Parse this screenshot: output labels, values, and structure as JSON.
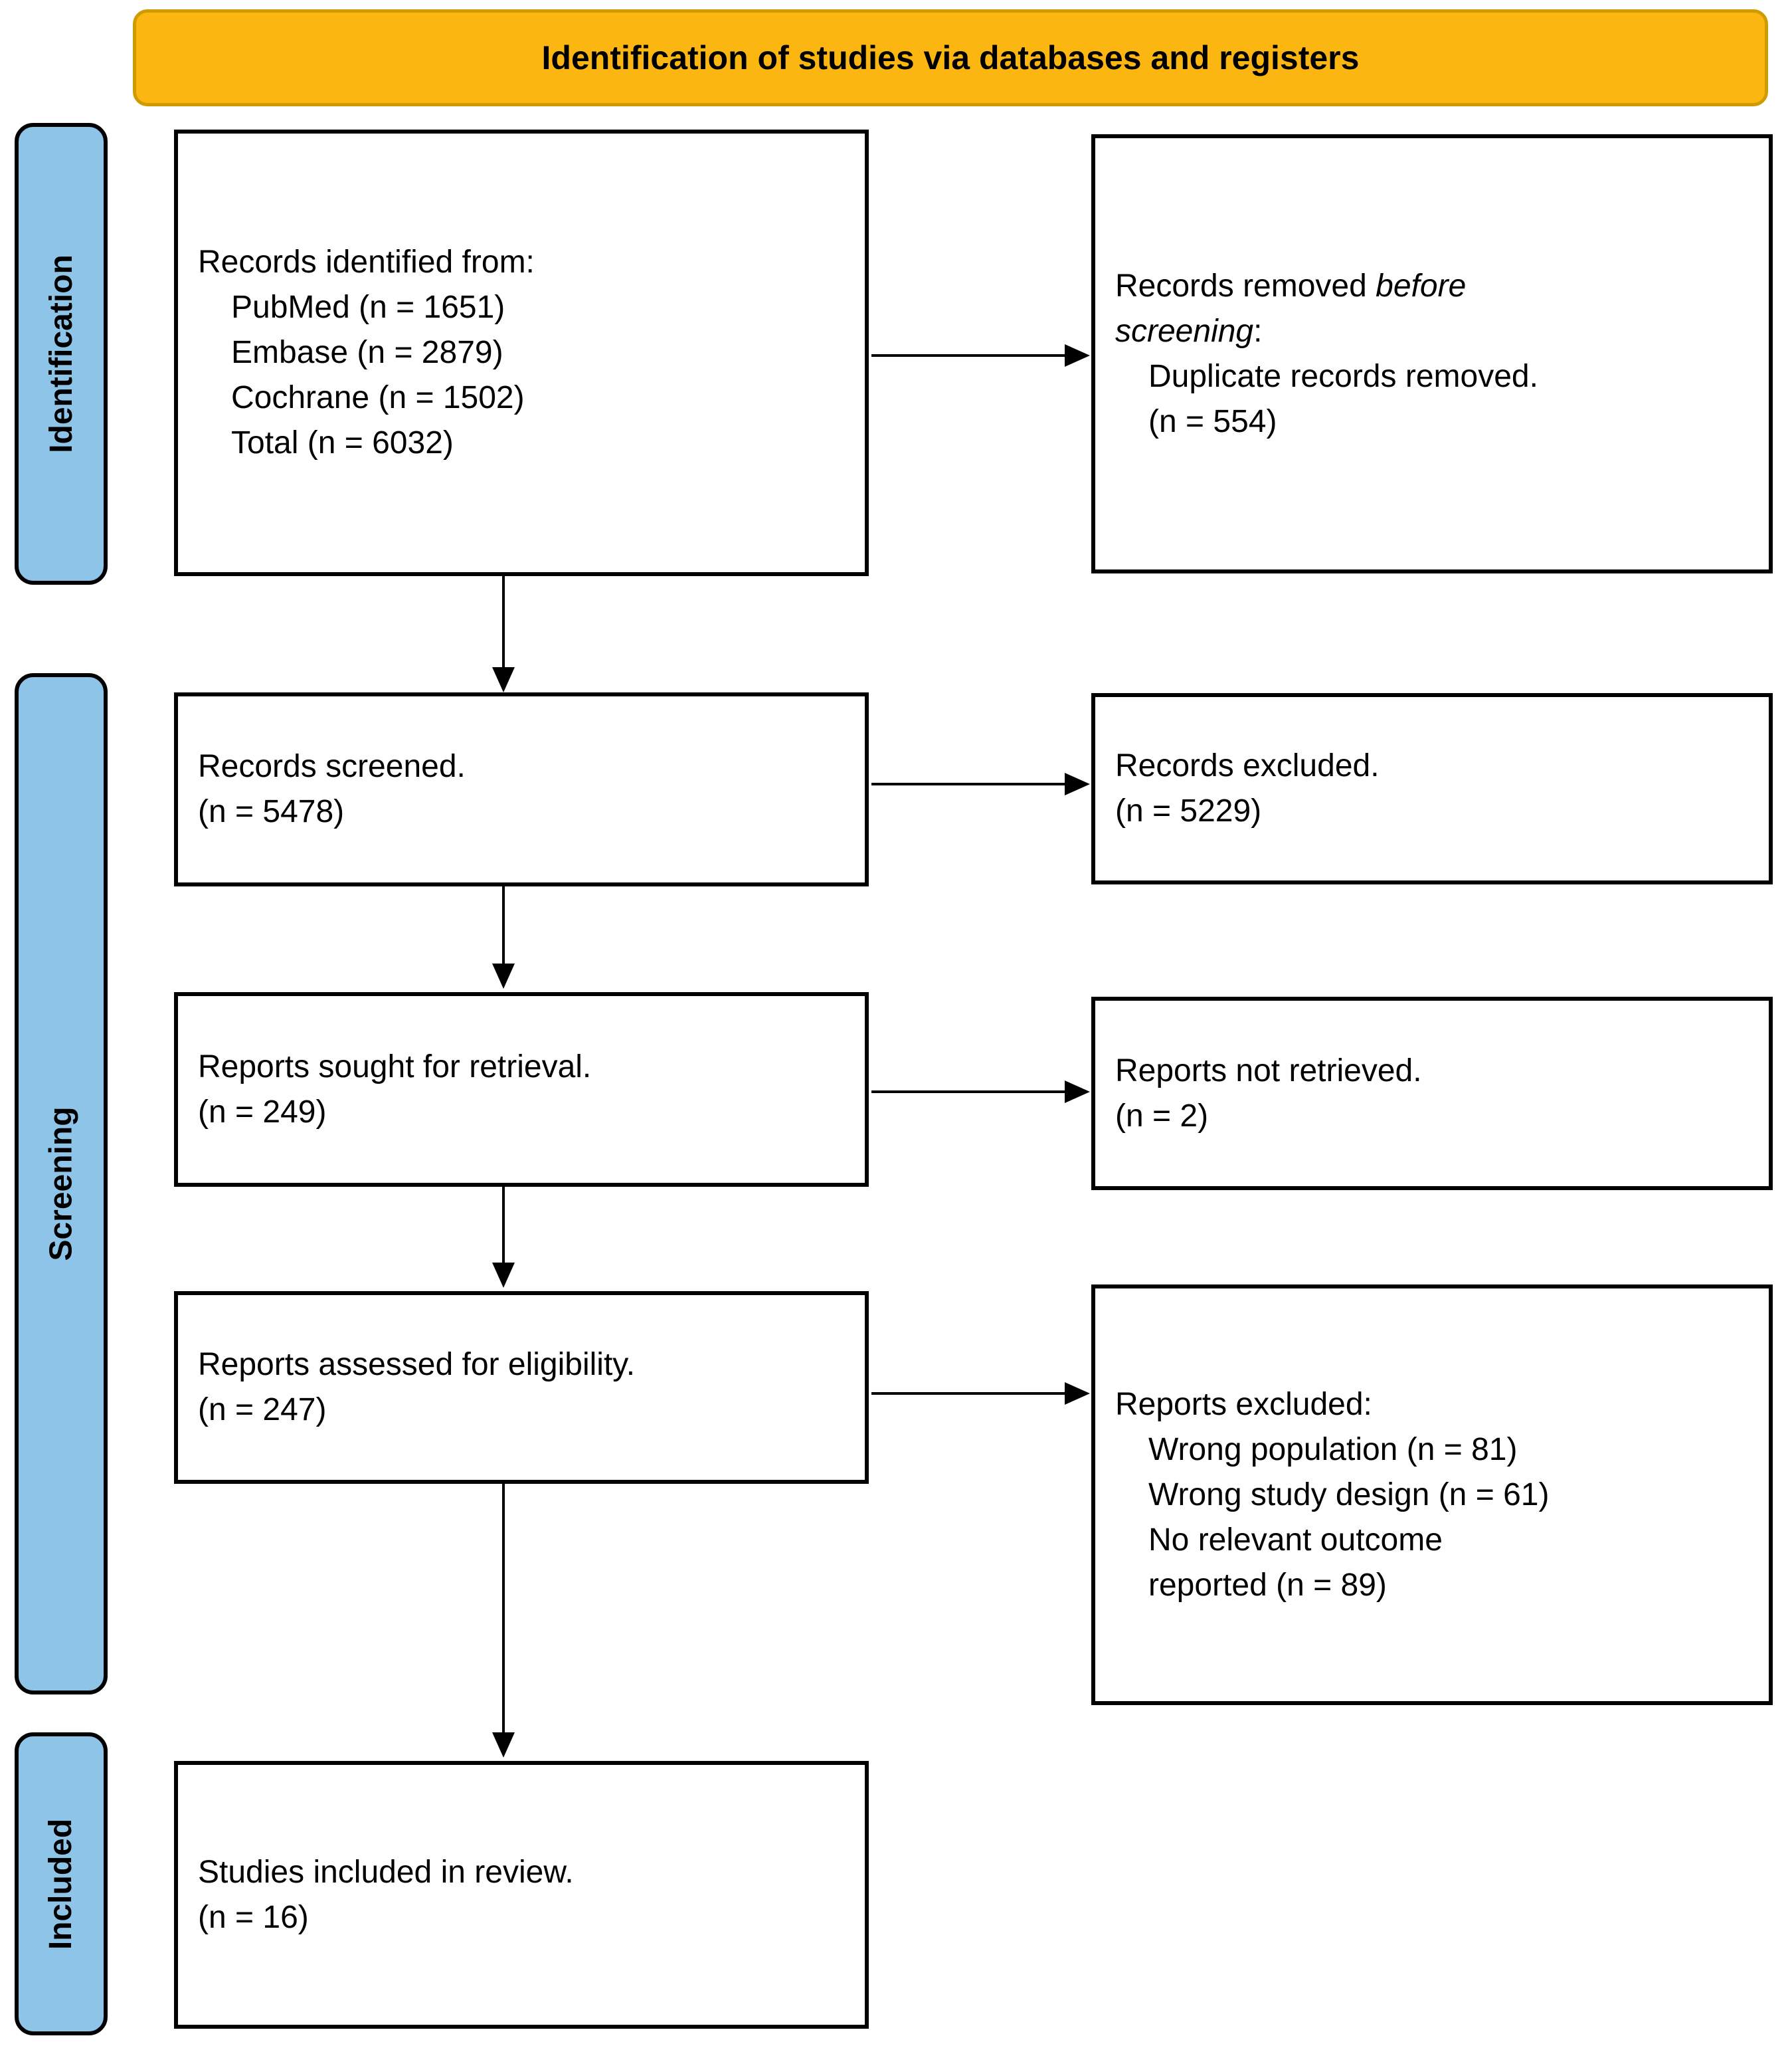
{
  "header": {
    "title": "Identification of studies via databases and registers"
  },
  "stages": [
    {
      "label": "Identification"
    },
    {
      "label": "Screening"
    },
    {
      "label": "Included"
    }
  ],
  "boxes": {
    "identified": {
      "title": "Records identified from:",
      "items": [
        "PubMed (n = 1651)",
        "Embase (n = 2879)",
        "Cochrane (n = 1502)",
        "Total (n = 6032)"
      ]
    },
    "removed_before_screening": {
      "l1_normal": "Records removed ",
      "l1_italic": "before",
      "l2_italic": "screening",
      "l2_normal": ":",
      "items": [
        "Duplicate records removed.",
        "(n = 554)"
      ]
    },
    "screened": {
      "lines": [
        "Records screened.",
        "(n = 5478)"
      ]
    },
    "records_excluded": {
      "lines": [
        "Records excluded.",
        "(n = 5229)"
      ]
    },
    "sought": {
      "lines": [
        "Reports sought for retrieval.",
        "(n = 249)"
      ]
    },
    "not_retrieved": {
      "lines": [
        "Reports not retrieved.",
        "(n = 2)"
      ]
    },
    "assessed": {
      "lines": [
        "Reports assessed for eligibility.",
        "(n = 247)"
      ]
    },
    "reports_excluded": {
      "title": "Reports excluded:",
      "items": [
        "Wrong population (n = 81)",
        "Wrong study design (n = 61)",
        "No relevant outcome",
        "reported (n = 89)"
      ]
    },
    "included_studies": {
      "lines": [
        "Studies included in review.",
        "(n = 16)"
      ]
    }
  },
  "colors": {
    "banner_fill": "#FBB612",
    "banner_border": "#D09B00",
    "stage_fill": "#8FC4E9",
    "box_border": "#000000"
  }
}
